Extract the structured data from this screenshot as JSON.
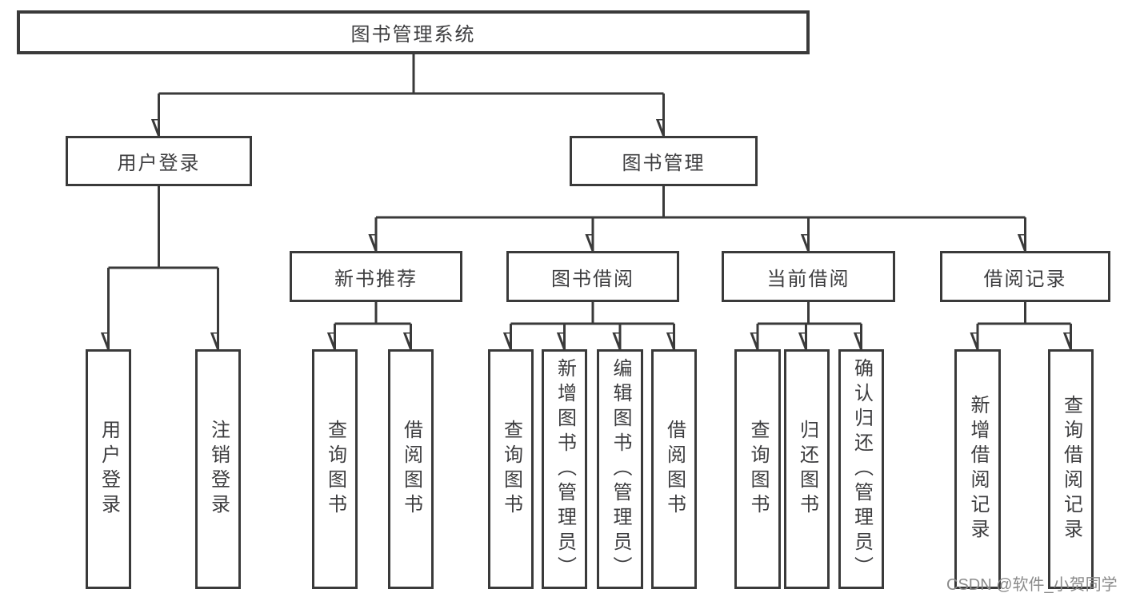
{
  "diagram_title": "图书管理系统",
  "tree": {
    "root": {
      "label": "图书管理系统"
    },
    "branches": [
      {
        "label": "用户登录",
        "children": [
          {
            "label": "用户登录"
          },
          {
            "label": "注销登录"
          }
        ]
      },
      {
        "label": "图书管理",
        "groups": [
          {
            "label": "新书推荐",
            "children": [
              {
                "label": "查询图书"
              },
              {
                "label": "借阅图书"
              }
            ]
          },
          {
            "label": "图书借阅",
            "children": [
              {
                "label": "查询图书"
              },
              {
                "label": "新增图书（管理员）"
              },
              {
                "label": "编辑图书（管理员）"
              },
              {
                "label": "借阅图书"
              }
            ]
          },
          {
            "label": "当前借阅",
            "children": [
              {
                "label": "查询图书"
              },
              {
                "label": "归还图书"
              },
              {
                "label": "确认归还（管理员）"
              }
            ]
          },
          {
            "label": "借阅记录",
            "children": [
              {
                "label": "新增借阅记录"
              },
              {
                "label": "查询借阅记录"
              }
            ]
          }
        ]
      }
    ]
  },
  "watermark": {
    "text": "CSDN @软件_小贺同学"
  },
  "colors": {
    "stroke": "#3a3a3a",
    "text": "#3d3d3f",
    "watermark": "#8a8a8a",
    "background": "#ffffff"
  }
}
